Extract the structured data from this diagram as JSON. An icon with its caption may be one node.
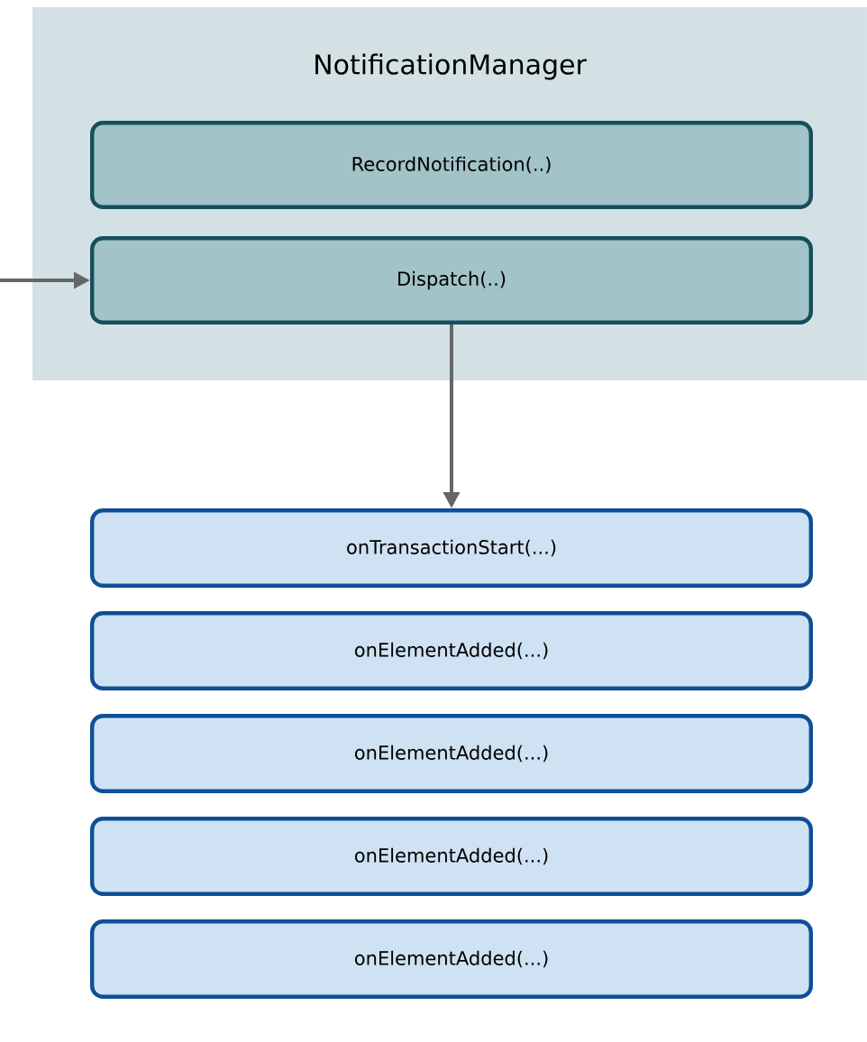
{
  "diagram": {
    "nodes": [
      {
        "text": [
          "NotificationManager"
        ]
      },
      {
        "text": [
          "RecordNotification(..)"
        ],
        "in": 0
      },
      {
        "text": [
          "Dispatch(..)"
        ],
        "in": 0
      },
      {
        "text": [
          "onTransactionStart(...)"
        ]
      },
      {
        "text": [
          "onElementAdded(...)"
        ]
      },
      {
        "text": [
          "onElementAdded(...)"
        ]
      },
      {
        "text": [
          "onElementAdded(...)"
        ]
      },
      {
        "text": [
          "onElementAdded(...)"
        ]
      }
    ],
    "edges": [
      {
        "from": null,
        "to": 2,
        "arrow": "to"
      },
      {
        "from": 2,
        "to": 3,
        "arrow": "to"
      }
    ]
  }
}
